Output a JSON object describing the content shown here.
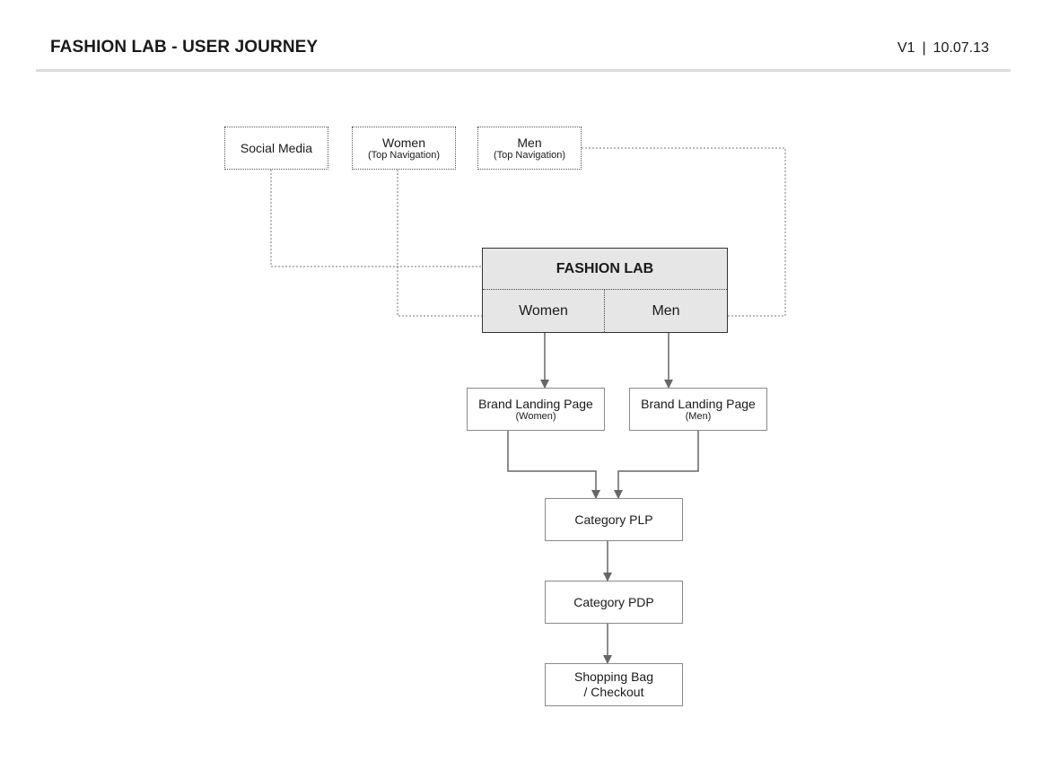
{
  "header": {
    "title": "FASHION LAB - USER JOURNEY",
    "version": "V1",
    "date": "10.07.13"
  },
  "entry_points": {
    "social": {
      "label": "Social Media"
    },
    "women": {
      "label": "Women",
      "sub": "(Top Navigation)"
    },
    "men": {
      "label": "Men",
      "sub": "(Top Navigation)"
    }
  },
  "hub": {
    "title": "FASHION LAB",
    "left": "Women",
    "right": "Men"
  },
  "flow": {
    "brand_women": {
      "label": "Brand Landing Page",
      "sub": "(Women)"
    },
    "brand_men": {
      "label": "Brand Landing Page",
      "sub": "(Men)"
    },
    "plp": {
      "label": "Category PLP"
    },
    "pdp": {
      "label": "Category PDP"
    },
    "checkout": {
      "label": "Shopping Bag\n/ Checkout"
    }
  },
  "colors": {
    "solid_line": "#666666",
    "dotted_line": "#777777",
    "hub_fill": "#e6e6e6"
  }
}
